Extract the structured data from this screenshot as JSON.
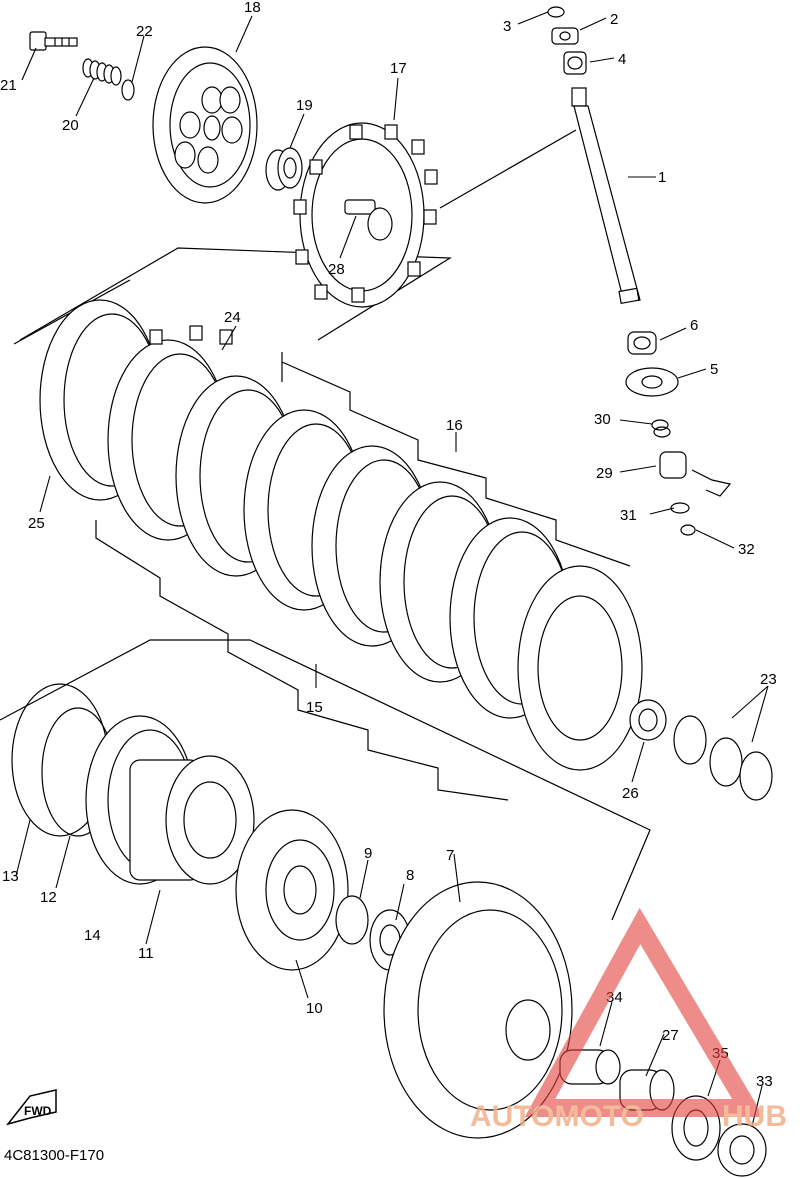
{
  "diagram": {
    "code": "4C81300-F170",
    "fwd_label": "FWD",
    "watermark": {
      "text_left": "AUTOMOTO",
      "text_right": "HUB",
      "color": "#e4403a",
      "text_color": "#f2b089"
    },
    "part_numbers": [
      "1",
      "2",
      "3",
      "4",
      "5",
      "6",
      "7",
      "8",
      "9",
      "10",
      "11",
      "12",
      "13",
      "14",
      "15",
      "16",
      "17",
      "18",
      "19",
      "20",
      "21",
      "22",
      "23",
      "24",
      "25",
      "26",
      "27",
      "28",
      "29",
      "30",
      "31",
      "32",
      "33",
      "34",
      "35"
    ]
  }
}
